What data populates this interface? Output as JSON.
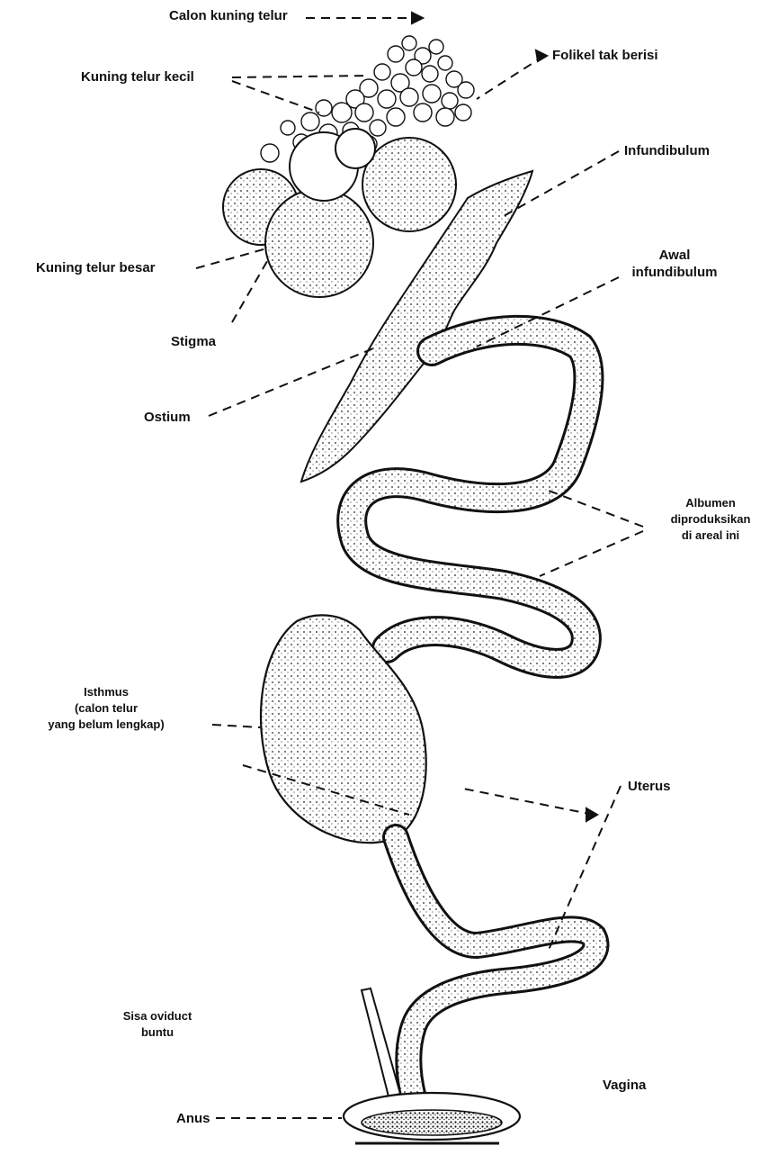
{
  "labels": {
    "calon_kuning_telur": "Calon kuning telur",
    "kuning_telur_kecil": "Kuning telur kecil",
    "folikel_tak_berisi": "Folikel tak berisi",
    "infundibulum": "Infundibulum",
    "awal_infundibulum_1": "Awal",
    "awal_infundibulum_2": "infundibulum",
    "kuning_telur_besar": "Kuning telur besar",
    "stigma": "Stigma",
    "ostium": "Ostium",
    "albumen_1": "Albumen",
    "albumen_2": "diproduksikan",
    "albumen_3": "di areal ini",
    "isthmus_1": "Isthmus",
    "isthmus_2": "(calon telur",
    "isthmus_3": "yang belum lengkap)",
    "uterus": "Uterus",
    "sisa_oviduct_1": "Sisa oviduct",
    "sisa_oviduct_2": "buntu",
    "vagina": "Vagina",
    "anus": "Anus"
  },
  "colors": {
    "ink": "#111111",
    "background": "#ffffff"
  }
}
